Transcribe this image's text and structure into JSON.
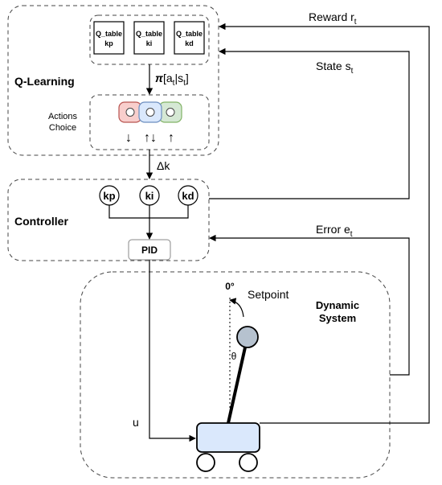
{
  "qlearning": {
    "title": "Q-Learning",
    "qtables": [
      {
        "line1": "Q_table",
        "line2": "kp"
      },
      {
        "line1": "Q_table",
        "line2": "ki"
      },
      {
        "line1": "Q_table",
        "line2": "kd"
      }
    ],
    "policy_prefix": "π",
    "policy_rest": "[a",
    "policy_sub_t1": "t",
    "policy_mid": "|s",
    "policy_sub_t2": "t",
    "policy_end": "]",
    "actions_line1": "Actions",
    "actions_line2": "Choice",
    "action_arrows": [
      "↓",
      "↑↓",
      "↑"
    ],
    "action_colors": [
      "#f8cecc",
      "#dae8fc",
      "#d5e8d4"
    ],
    "action_stroke_colors": [
      "#b85450",
      "#6c8ebf",
      "#82b366"
    ]
  },
  "delta_label": "Δk",
  "controller": {
    "title": "Controller",
    "gains": [
      "kp",
      "ki",
      "kd"
    ],
    "pid_label": "PID"
  },
  "signals": {
    "reward_main": "Reward r",
    "reward_sub": "t",
    "state_main": "State s",
    "state_sub": "t",
    "error_main": "Error e",
    "error_sub": "t",
    "u_label": "u"
  },
  "dynamic_system": {
    "title_line1": "Dynamic",
    "title_line2": "System",
    "zero_label": "0°",
    "setpoint_label": "Setpoint",
    "theta_label": "θ",
    "cart_color": "#dae8fc",
    "pendulum_color": "#b6c2cf"
  }
}
